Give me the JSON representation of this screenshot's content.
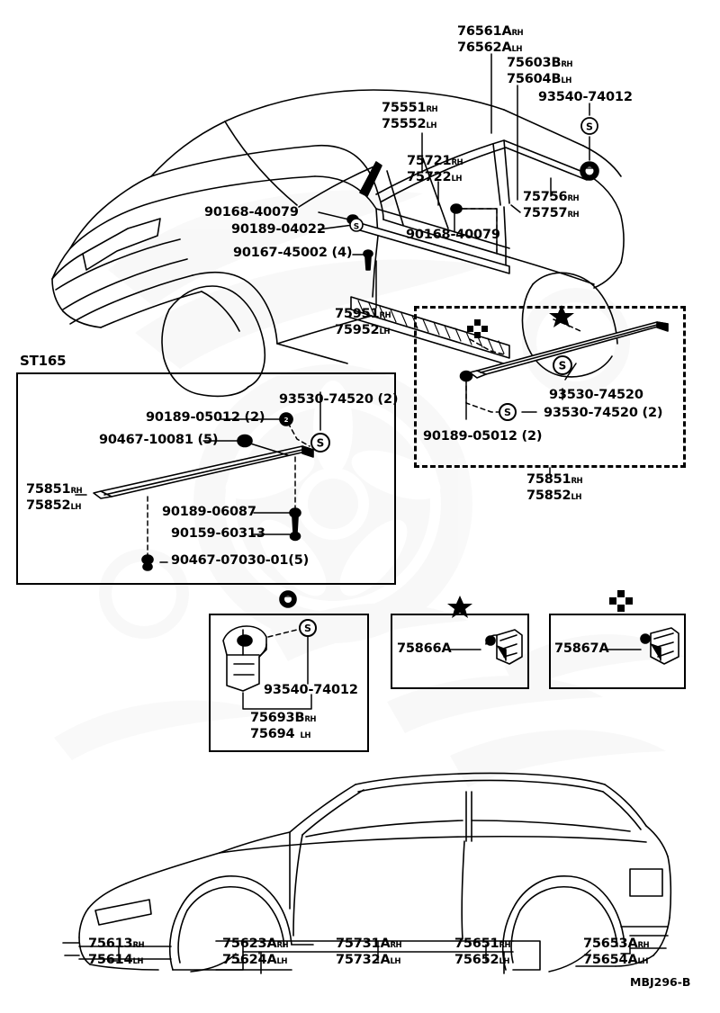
{
  "diagram": {
    "code": "MBJ296-B",
    "variant_box_title": "ST165"
  },
  "top_view": {
    "labels": [
      {
        "id": "76561A",
        "num": "76561A",
        "side": "RH"
      },
      {
        "id": "76562A",
        "num": "76562A",
        "side": "LH"
      },
      {
        "id": "75603B",
        "num": "75603B",
        "side": "RH"
      },
      {
        "id": "75604B",
        "num": "75604B",
        "side": "LH"
      },
      {
        "id": "93540-74012-top",
        "num": "93540-74012",
        "side": ""
      },
      {
        "id": "75551",
        "num": "75551",
        "side": "RH"
      },
      {
        "id": "75552",
        "num": "75552",
        "side": "LH"
      },
      {
        "id": "75721",
        "num": "75721",
        "side": "RH"
      },
      {
        "id": "75722",
        "num": "75722",
        "side": "LH"
      },
      {
        "id": "75756",
        "num": "75756",
        "side": "RH"
      },
      {
        "id": "75757",
        "num": "75757",
        "side": "RH"
      },
      {
        "id": "90168-40079-a",
        "num": "90168-40079",
        "side": ""
      },
      {
        "id": "90189-04022",
        "num": "90189-04022",
        "side": ""
      },
      {
        "id": "90167-45002",
        "num": "90167-45002 (4)",
        "side": ""
      },
      {
        "id": "90168-40079-b",
        "num": "90168-40079",
        "side": ""
      },
      {
        "id": "75951",
        "num": "75951",
        "side": "RH"
      },
      {
        "id": "75952",
        "num": "75952",
        "side": "LH"
      }
    ]
  },
  "st165_box": {
    "title": "ST165",
    "labels": [
      {
        "id": "93530-74520-2",
        "num": "93530-74520 (2)"
      },
      {
        "id": "90189-05012-2",
        "num": "90189-05012 (2)"
      },
      {
        "id": "90467-10081-5",
        "num": "90467-10081 (5)"
      },
      {
        "id": "75851",
        "num": "75851",
        "side": "RH"
      },
      {
        "id": "75852",
        "num": "75852",
        "side": "LH"
      },
      {
        "id": "90189-06087",
        "num": "90189-06087"
      },
      {
        "id": "90159-60313",
        "num": "90159-60313"
      },
      {
        "id": "90467-07030-01",
        "num": "90467-07030-01(5)"
      }
    ]
  },
  "dashed_box": {
    "labels": [
      {
        "id": "93530-74520",
        "num": "93530-74520"
      },
      {
        "id": "93530-74520-2",
        "num": "93530-74520 (2)"
      },
      {
        "id": "90189-05012-2",
        "num": "90189-05012 (2)"
      }
    ],
    "caption": [
      {
        "id": "75851",
        "num": "75851",
        "side": "RH"
      },
      {
        "id": "75852",
        "num": "75852",
        "side": "LH"
      }
    ],
    "symbols": [
      "star",
      "cross"
    ]
  },
  "detail_boxes": [
    {
      "id": "clip-detail",
      "symbol": "circle-mark",
      "labels": [
        {
          "num": "93540-74012"
        }
      ],
      "caption": [
        {
          "num": "75693B",
          "side": "RH"
        },
        {
          "num": "75694",
          "side": "LH"
        }
      ]
    },
    {
      "id": "clip-75866A",
      "symbol": "star",
      "labels": [
        {
          "num": "75866A"
        }
      ],
      "caption": []
    },
    {
      "id": "clip-75867A",
      "symbol": "cross",
      "labels": [
        {
          "num": "75867A"
        }
      ],
      "caption": []
    }
  ],
  "bottom_view": {
    "labels": [
      {
        "num": "75613",
        "side": "RH"
      },
      {
        "num": "75614",
        "side": "LH"
      },
      {
        "num": "75623A",
        "side": "RH"
      },
      {
        "num": "75624A",
        "side": "LH"
      },
      {
        "num": "75731A",
        "side": "RH"
      },
      {
        "num": "75732A",
        "side": "LH"
      },
      {
        "num": "75651",
        "side": "RH"
      },
      {
        "num": "75652",
        "side": "LH"
      },
      {
        "num": "75653A",
        "side": "RH"
      },
      {
        "num": "75654A",
        "side": "LH"
      }
    ]
  },
  "colors": {
    "line": "#000000",
    "background": "#ffffff",
    "watermark": "#efefef"
  }
}
